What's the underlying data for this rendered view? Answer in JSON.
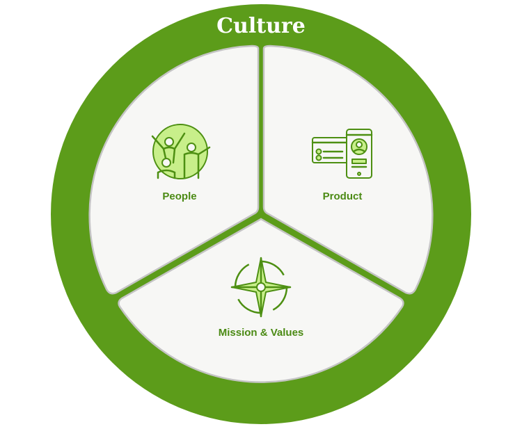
{
  "title": "Culture",
  "segments": [
    {
      "label": "People",
      "icon": "people-cheering-icon"
    },
    {
      "label": "Product",
      "icon": "product-screens-icon"
    },
    {
      "label": "Mission & Values",
      "icon": "compass-star-icon"
    }
  ],
  "colors": {
    "ring": "#5c9c1a",
    "segment_fill": "#f7f7f5",
    "segment_stroke": "#c4c4c4",
    "icon_stroke": "#4d8f12",
    "icon_fill": "#c8ef8a",
    "label": "#4b8a14"
  }
}
